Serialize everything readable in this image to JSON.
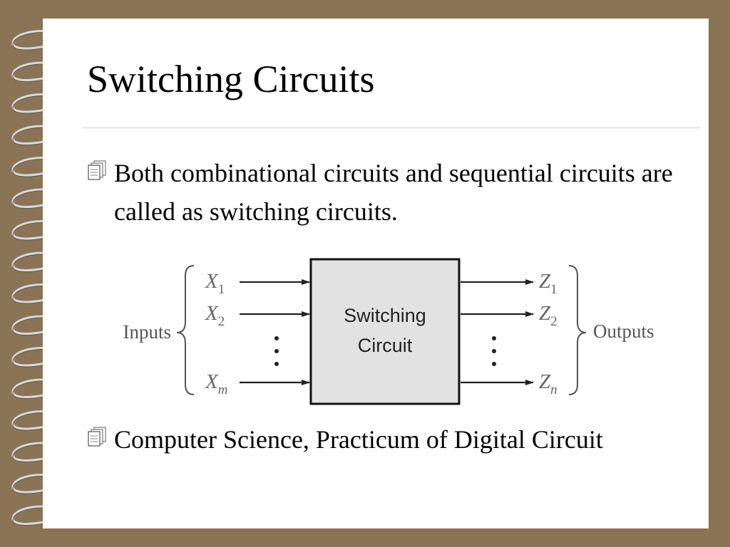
{
  "slide": {
    "title": "Switching Circuits",
    "bullets": [
      "Both combinational circuits and sequential circuits are called as switching circuits.",
      "Computer Science, Practicum of Digital Circuit"
    ]
  },
  "diagram": {
    "box_label_line1": "Switching",
    "box_label_line2": "Circuit",
    "inputs_label": "Inputs",
    "outputs_label": "Outputs",
    "inputs": [
      {
        "base": "X",
        "sub": "1"
      },
      {
        "base": "X",
        "sub": "2"
      },
      {
        "base": "X",
        "sub": "m"
      }
    ],
    "outputs": [
      {
        "base": "Z",
        "sub": "1"
      },
      {
        "base": "Z",
        "sub": "2"
      },
      {
        "base": "Z",
        "sub": "n"
      }
    ]
  },
  "colors": {
    "background": "#8b7355",
    "page": "#ffffff",
    "box_fill": "#e2e2e2"
  },
  "icons": [
    "spiral-binding-icon",
    "notepad-bullet-icon"
  ]
}
